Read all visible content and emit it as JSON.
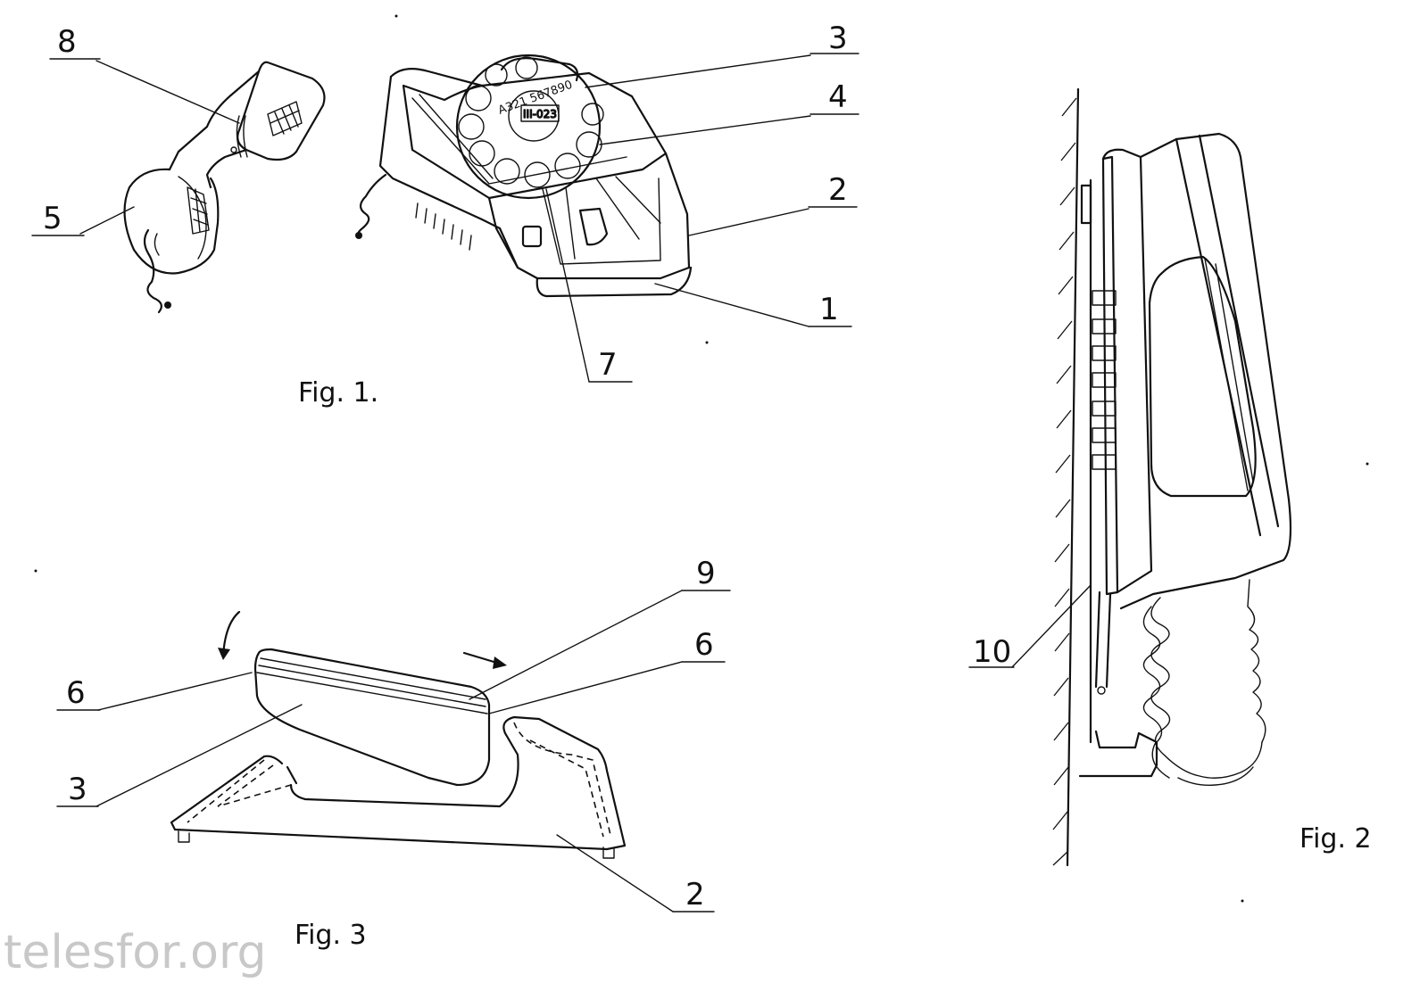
{
  "figures": {
    "fig1": {
      "caption": "Fig. 1.",
      "labels": {
        "n1": "1",
        "n2": "2",
        "n3": "3",
        "n4": "4",
        "n5": "5",
        "n7": "7",
        "n8": "8"
      },
      "dial_digits": "A321 567890",
      "dial_plate": "III-023"
    },
    "fig2": {
      "caption": "Fig. 2",
      "labels": {
        "n10": "10"
      }
    },
    "fig3": {
      "caption": "Fig. 3",
      "labels": {
        "n2": "2",
        "n3": "3",
        "n6a": "6",
        "n6b": "6",
        "n9": "9"
      }
    }
  },
  "watermark": "telesfor.org",
  "colors": {
    "ink": "#111111",
    "paper": "#ffffff",
    "watermark": "#c8c8c8"
  }
}
